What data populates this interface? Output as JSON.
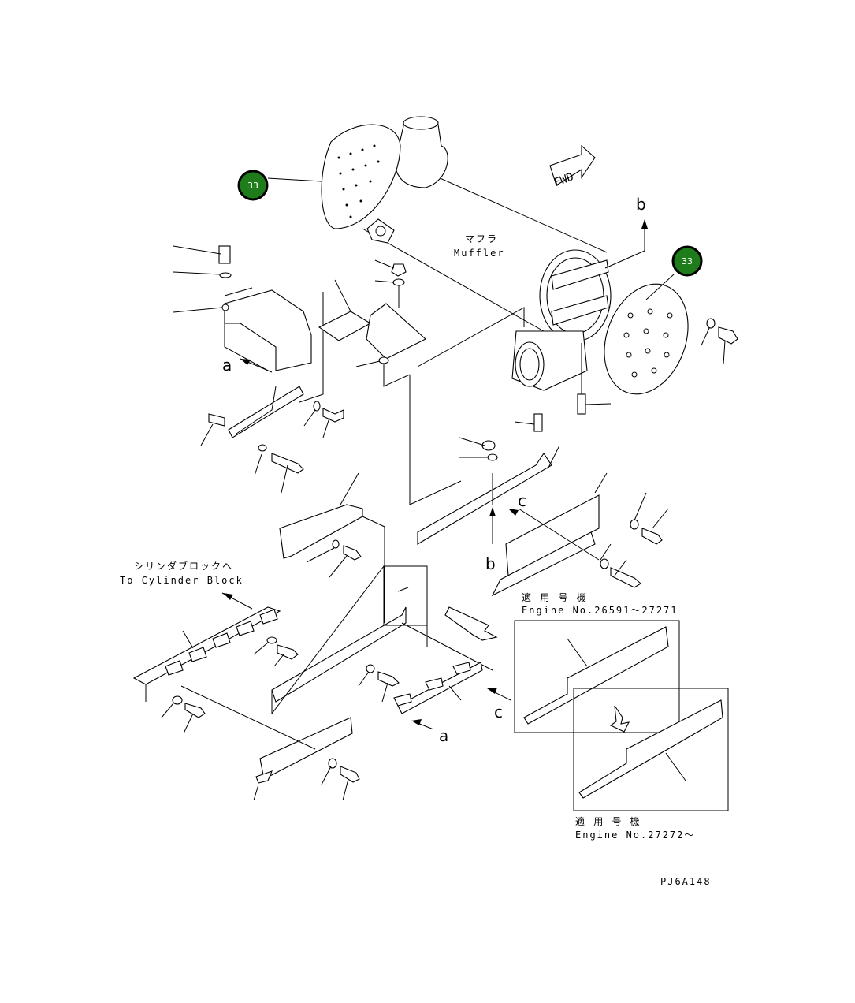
{
  "callouts": [
    {
      "label": "33"
    },
    {
      "label": "33"
    }
  ],
  "labels": {
    "fwd": "FWD",
    "muffler_jp": "マフラ",
    "muffler_en": "Muffler",
    "to_cylinder_jp": "シリンダブロックへ",
    "to_cylinder_en": "To Cylinder Block",
    "applic_jp_1": "適 用 号 機",
    "engine_range_1": "Engine No.26591〜27271",
    "applic_jp_2": "適 用 号 機",
    "engine_range_2": "Engine No.27272〜",
    "drawing_code": "PJ6A148"
  },
  "view_markers": {
    "a": "a",
    "b": "b",
    "c": "c"
  }
}
